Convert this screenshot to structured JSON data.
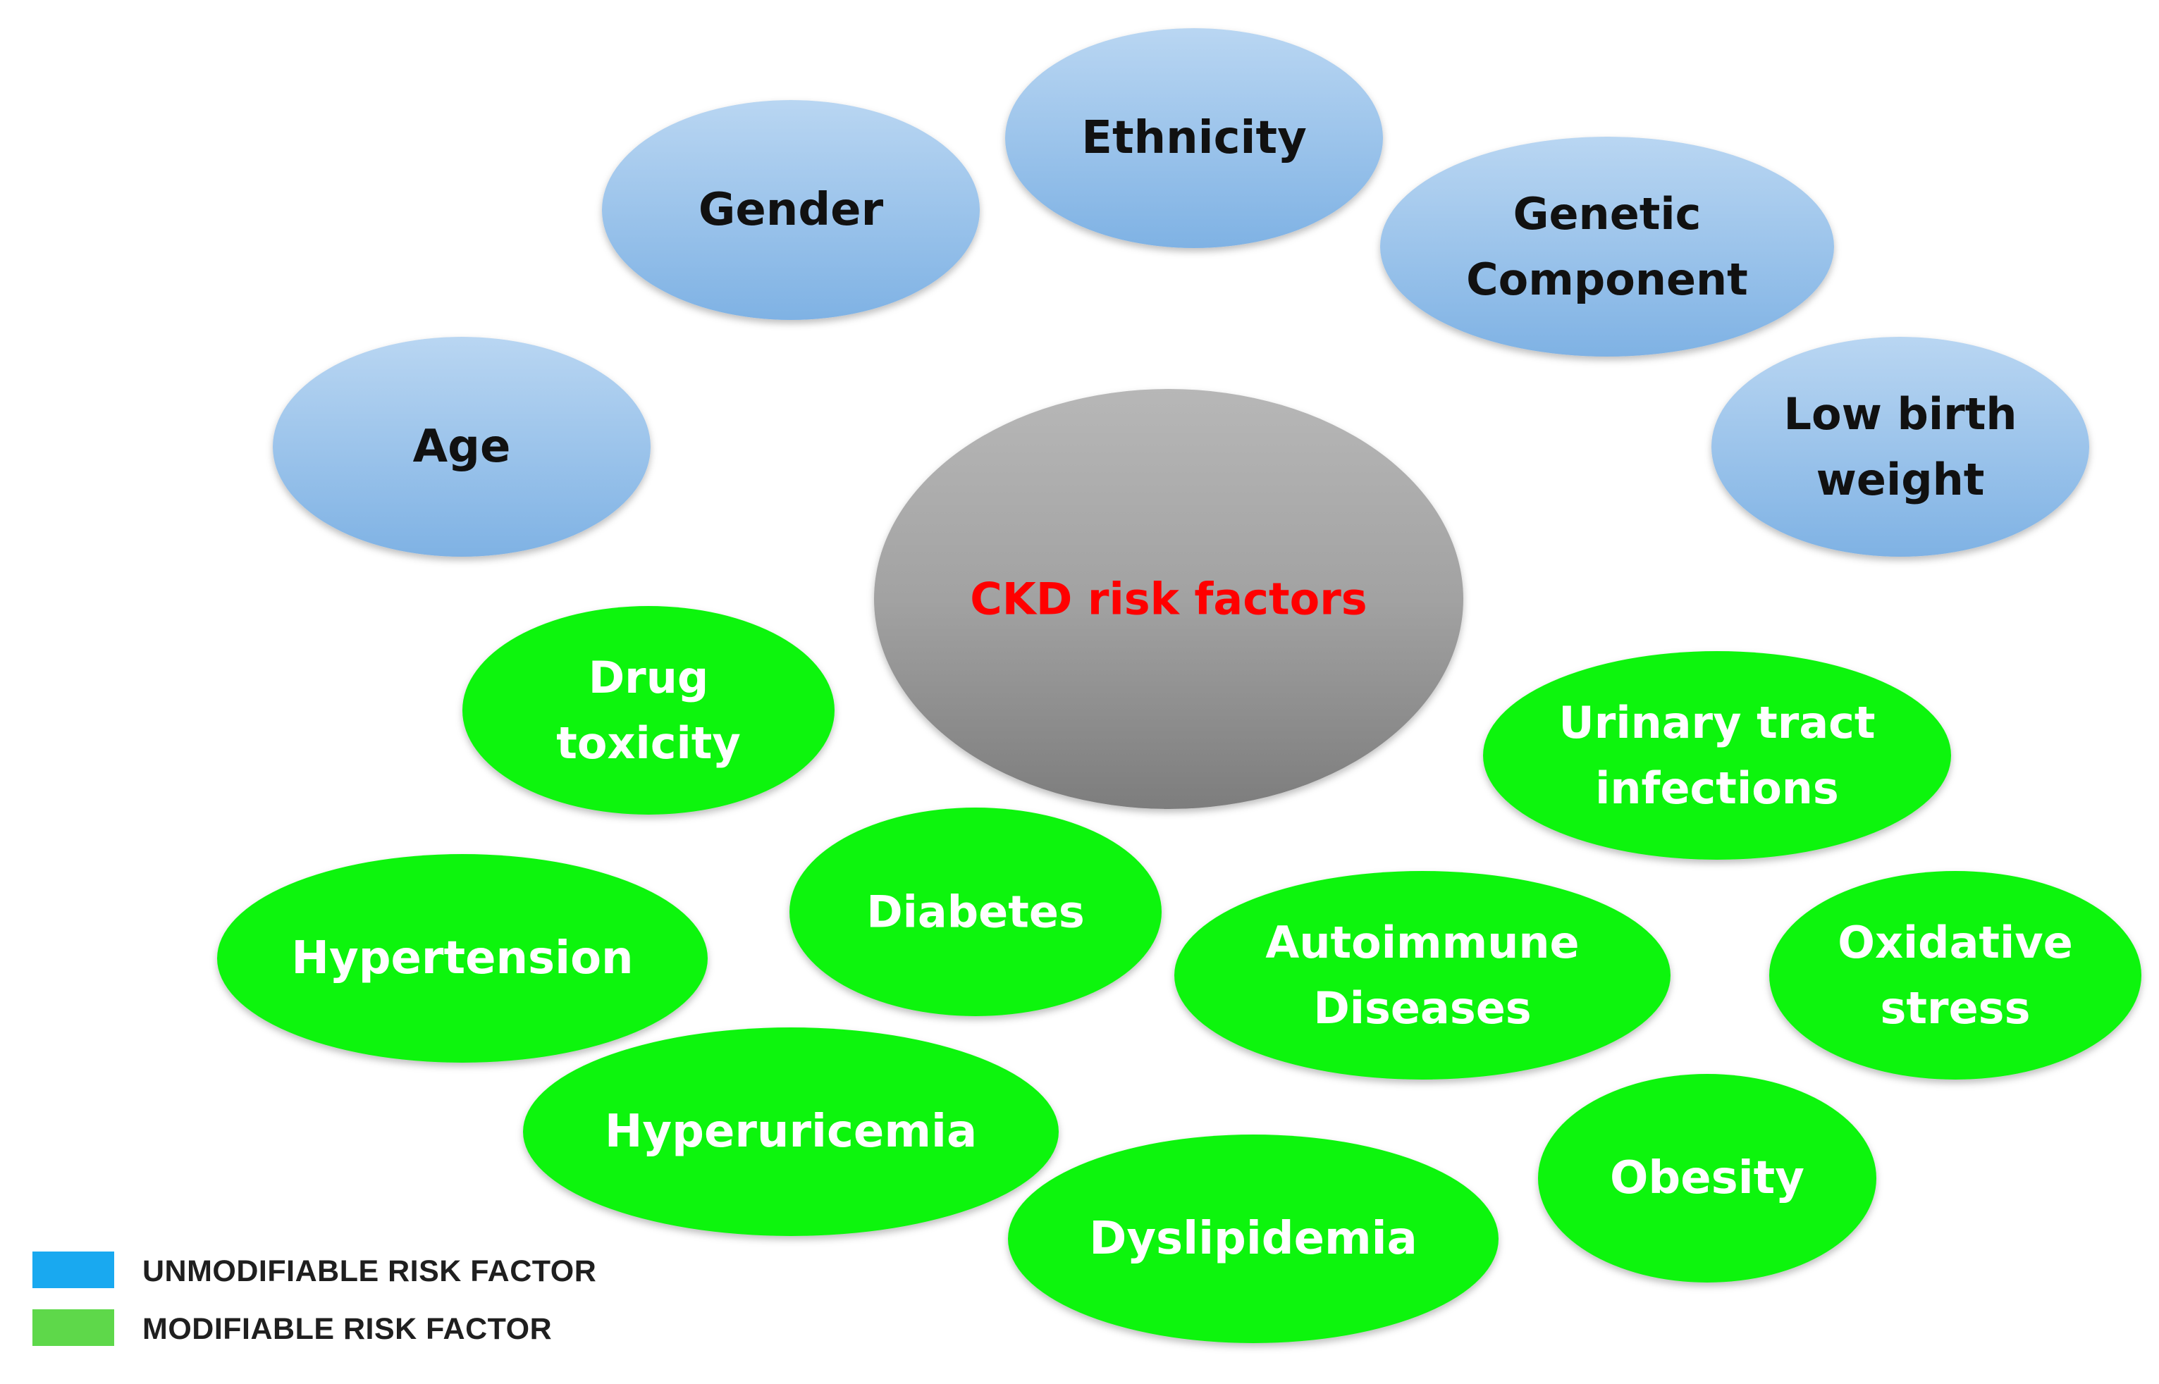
{
  "center": {
    "label": "CKD risk factors",
    "color": "#ff0000"
  },
  "unmodifiable_factors": [
    {
      "id": "age",
      "lines": [
        "Age"
      ]
    },
    {
      "id": "gender",
      "lines": [
        "Gender"
      ]
    },
    {
      "id": "ethnicity",
      "lines": [
        "Ethnicity"
      ]
    },
    {
      "id": "genetic-component",
      "lines": [
        "Genetic",
        "Component"
      ]
    },
    {
      "id": "low-birth-weight",
      "lines": [
        "Low birth",
        "weight"
      ]
    }
  ],
  "modifiable_factors": [
    {
      "id": "drug-toxicity",
      "lines": [
        "Drug",
        "toxicity"
      ]
    },
    {
      "id": "urinary-tract-infections",
      "lines": [
        "Urinary tract",
        "infections"
      ]
    },
    {
      "id": "hypertension",
      "lines": [
        "Hypertension"
      ]
    },
    {
      "id": "diabetes",
      "lines": [
        "Diabetes"
      ]
    },
    {
      "id": "autoimmune-diseases",
      "lines": [
        "Autoimmune",
        "Diseases"
      ]
    },
    {
      "id": "oxidative-stress",
      "lines": [
        "Oxidative",
        "stress"
      ]
    },
    {
      "id": "hyperuricemia",
      "lines": [
        "Hyperuricemia"
      ]
    },
    {
      "id": "obesity",
      "lines": [
        "Obesity"
      ]
    },
    {
      "id": "dyslipidemia",
      "lines": [
        "Dyslipidemia"
      ]
    }
  ],
  "legend": {
    "unmodifiable": {
      "label": "UNMODIFIABLE RISK FACTOR",
      "color": "#19a9f0"
    },
    "modifiable": {
      "label": "MODIFIABLE RISK FACTOR",
      "color": "#5ed84a"
    }
  },
  "colors": {
    "unmodifiable_fill_top": "#b9d6f2",
    "unmodifiable_fill_bottom": "#7fb2e4",
    "unmodifiable_text": "#111111",
    "modifiable_fill": "#0ef50e",
    "modifiable_text": "#ffffff",
    "center_fill_top": "#b7b7b7",
    "center_fill_bottom": "#808080"
  }
}
